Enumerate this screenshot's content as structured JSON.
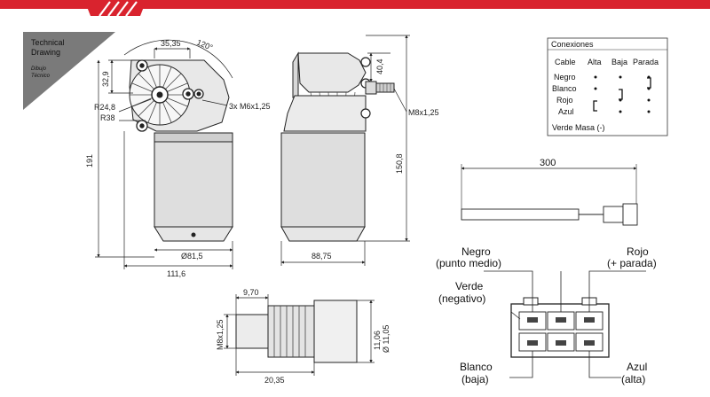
{
  "colors": {
    "brand_red": "#d9232e",
    "badge_grey": "#7a7a7a",
    "line": "#222222"
  },
  "badge": {
    "title_line1": "Technical",
    "title_line2": "Drawing",
    "subtitle_line1": "Dibujo",
    "subtitle_line2": "Técnico"
  },
  "front_view": {
    "width_top": "35,35",
    "angle": "120°",
    "h_upper": "32,9",
    "r_outer": "R24,8",
    "r_inner": "R38",
    "height_total": "191",
    "thread_holes": "3x M6x1,25",
    "diameter_body": "Ø81,5",
    "width_base": "111,6"
  },
  "side_view": {
    "h_top": "40,4",
    "shaft_thread": "M8x1,25",
    "height_total": "150,8",
    "depth": "88,75"
  },
  "shaft_view": {
    "thread": "M8x1,25",
    "len_short": "9,70",
    "len_total": "20,35",
    "diam1": "11,06",
    "diam2": "Ø 11,05"
  },
  "cable": {
    "length": "300"
  },
  "connections": {
    "title": "Conexiones",
    "headers": [
      "Cable",
      "Alta",
      "Baja",
      "Parada"
    ],
    "rows": [
      "Negro",
      "Blanco",
      "Rojo",
      "Azul"
    ],
    "footer": "Verde Masa (-)"
  },
  "connector": {
    "negro_1": "Negro",
    "negro_2": "(punto medio)",
    "rojo_1": "Rojo",
    "rojo_2": "(+ parada)",
    "verde_1": "Verde",
    "verde_2": "(negativo)",
    "blanco_1": "Blanco",
    "blanco_2": "(baja)",
    "azul_1": "Azul",
    "azul_2": "(alta)"
  }
}
